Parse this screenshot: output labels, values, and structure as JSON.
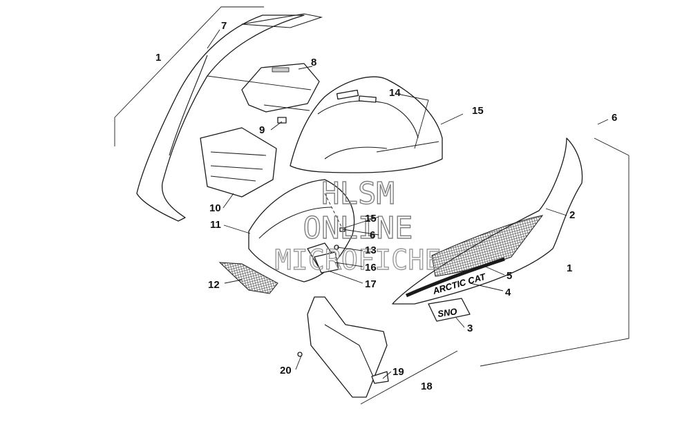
{
  "callouts": [
    {
      "id": "c1a",
      "text": "1"
    },
    {
      "id": "c7",
      "text": "7"
    },
    {
      "id": "c8",
      "text": "8"
    },
    {
      "id": "c9",
      "text": "9"
    },
    {
      "id": "c10",
      "text": "10"
    },
    {
      "id": "c11",
      "text": "11"
    },
    {
      "id": "c12",
      "text": "12"
    },
    {
      "id": "c14",
      "text": "14"
    },
    {
      "id": "c15a",
      "text": "15"
    },
    {
      "id": "c15b",
      "text": "15"
    },
    {
      "id": "c6a",
      "text": "6"
    },
    {
      "id": "c6b",
      "text": "6"
    },
    {
      "id": "c13",
      "text": "13"
    },
    {
      "id": "c16",
      "text": "16"
    },
    {
      "id": "c17",
      "text": "17"
    },
    {
      "id": "c2",
      "text": "2"
    },
    {
      "id": "c1b",
      "text": "1"
    },
    {
      "id": "c5",
      "text": "5"
    },
    {
      "id": "c4",
      "text": "4"
    },
    {
      "id": "c3",
      "text": "3"
    },
    {
      "id": "c20",
      "text": "20"
    },
    {
      "id": "c19",
      "text": "19"
    },
    {
      "id": "c18",
      "text": "18"
    }
  ],
  "watermark": {
    "line1": "HLSM",
    "line2": "ONLINE",
    "line3": "MICROFICHE"
  },
  "decal_text": {
    "brand": "ARCTIC CAT",
    "model": "SNO"
  },
  "colors": {
    "ink": "#1a1a1a",
    "watermark": "#8a8a8a",
    "mesh": "#555555"
  }
}
